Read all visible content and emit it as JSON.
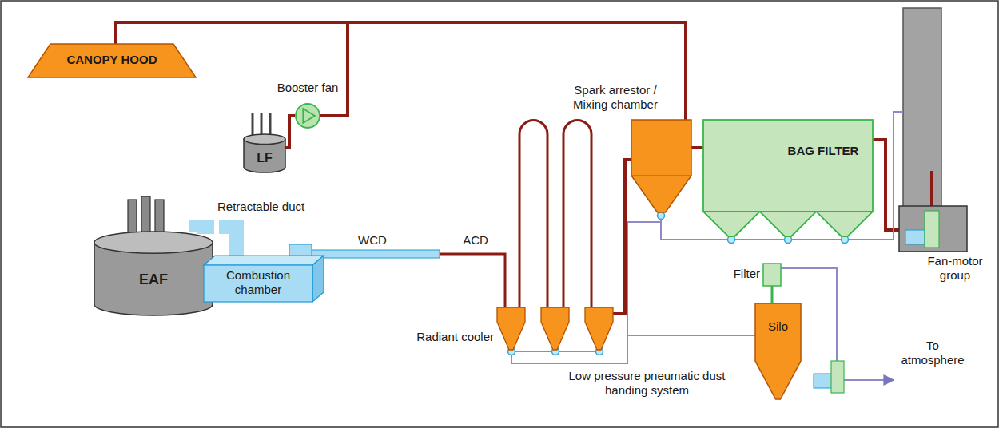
{
  "diagram": {
    "nodes": [
      {
        "text": [
          "CANOPY HOOD"
        ]
      },
      {
        "text": [
          "LF"
        ]
      },
      {
        "text": [
          "Booster fan"
        ]
      },
      {
        "text": [
          "EAF"
        ]
      },
      {
        "text": [
          "Combustion chamber"
        ]
      },
      {
        "text": [
          "Radiant cooler"
        ]
      },
      {
        "text": [
          "Spark arrestor / Mixing chamber"
        ]
      },
      {
        "text": [
          "BAG FILTER"
        ]
      },
      {
        "text": [
          "Fan-motor group"
        ]
      },
      {
        "text": [
          "Silo"
        ]
      },
      {
        "text": [
          "Filter"
        ]
      }
    ],
    "edges": [
      {
        "from": 0,
        "to": 6,
        "arrow": "none"
      },
      {
        "from": 1,
        "to": 2,
        "arrow": "none"
      },
      {
        "from": 2,
        "to": 6,
        "arrow": "none"
      },
      {
        "from": 3,
        "to": 4,
        "arrow": "none"
      },
      {
        "from": 4,
        "to": 5,
        "arrow": "none"
      },
      {
        "from": 5,
        "to": 6,
        "arrow": "none"
      },
      {
        "from": 6,
        "to": 7,
        "arrow": "none"
      },
      {
        "from": 7,
        "to": 8,
        "arrow": "none"
      },
      {
        "from": 5,
        "to": 9,
        "arrow": "none"
      },
      {
        "from": 6,
        "to": 9,
        "arrow": "none"
      },
      {
        "from": 7,
        "to": 9,
        "arrow": "none"
      }
    ],
    "labels": [
      "Retractable duct",
      "WCD",
      "ACD",
      "Low pressure pneumatic dust handing system",
      "To atmosphere"
    ]
  }
}
